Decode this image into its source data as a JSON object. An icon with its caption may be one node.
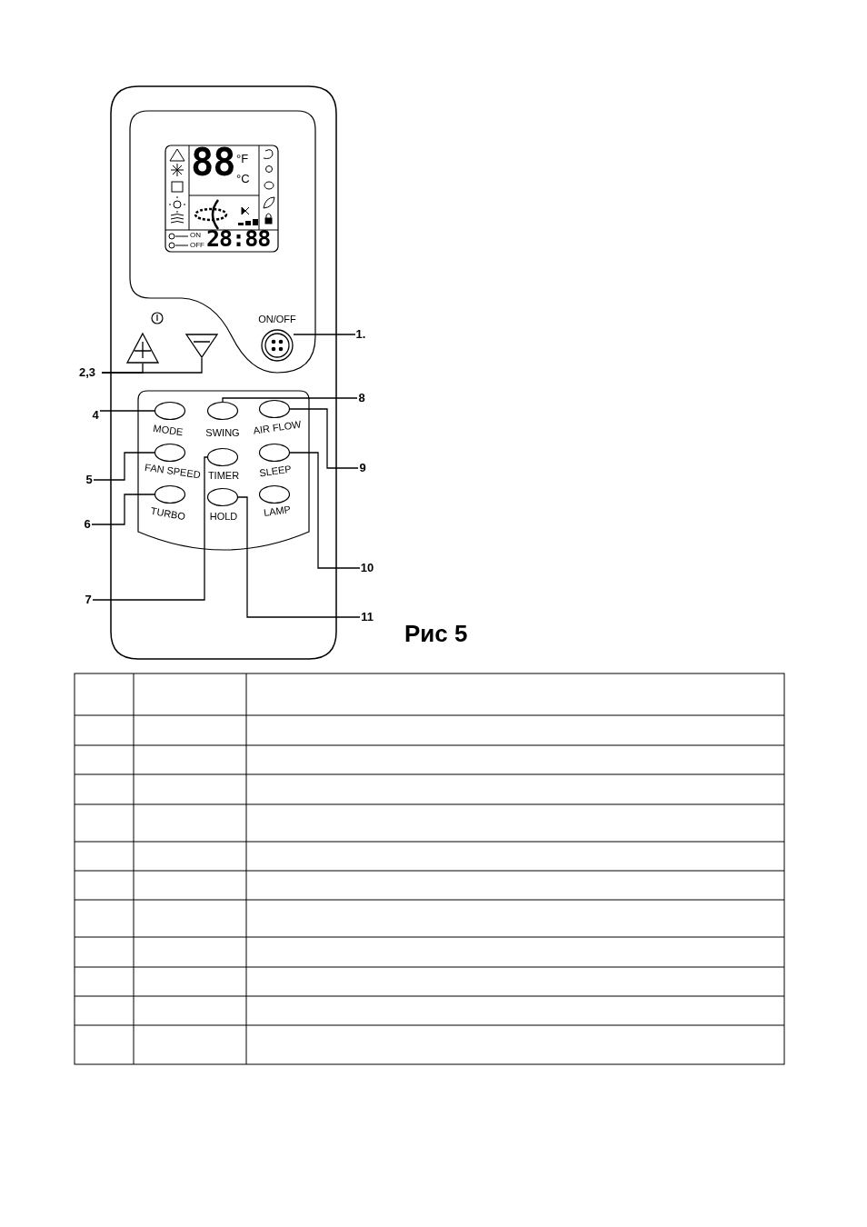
{
  "diagram": {
    "caption": "Рис 5",
    "nodes": [
      {
        "text": [
          "1."
        ]
      },
      {
        "text": [
          "ON/OFF"
        ]
      },
      {
        "text": [
          "2,3"
        ]
      },
      {
        "text": [],
        "shape": "triangle"
      },
      {
        "text": [],
        "shape": "triangle"
      },
      {
        "text": [
          "4"
        ]
      },
      {
        "text": [
          "MODE"
        ]
      },
      {
        "text": [
          "5"
        ]
      },
      {
        "text": [
          "FAN SPEED"
        ]
      },
      {
        "text": [
          "6"
        ]
      },
      {
        "text": [
          "TURBO"
        ]
      },
      {
        "text": [
          "7"
        ]
      },
      {
        "text": [
          "TIMER"
        ]
      },
      {
        "text": [
          "8"
        ]
      },
      {
        "text": [
          "SWING"
        ]
      },
      {
        "text": [
          "9"
        ]
      },
      {
        "text": [
          "AIR FLOW"
        ]
      },
      {
        "text": [
          "10"
        ]
      },
      {
        "text": [
          "SLEEP"
        ]
      },
      {
        "text": [
          "11"
        ]
      },
      {
        "text": [
          "HOLD"
        ]
      },
      {
        "text": [
          "LAMP"
        ]
      }
    ],
    "edges": [
      {
        "from": 0,
        "to": 1,
        "arrow": "none"
      },
      {
        "from": 2,
        "to": 3,
        "arrow": "none"
      },
      {
        "from": 2,
        "to": 4,
        "arrow": "none"
      },
      {
        "from": 5,
        "to": 6,
        "arrow": "none"
      },
      {
        "from": 7,
        "to": 8,
        "arrow": "none"
      },
      {
        "from": 9,
        "to": 10,
        "arrow": "none"
      },
      {
        "from": 11,
        "to": 12,
        "arrow": "none"
      },
      {
        "from": 13,
        "to": 14,
        "arrow": "none"
      },
      {
        "from": 15,
        "to": 16,
        "arrow": "none"
      },
      {
        "from": 17,
        "to": 18,
        "arrow": "none"
      },
      {
        "from": 19,
        "to": 20,
        "arrow": "none"
      }
    ],
    "labels": [
      "88",
      "°F",
      "°C",
      "ON",
      "OFF",
      "28:88"
    ]
  }
}
